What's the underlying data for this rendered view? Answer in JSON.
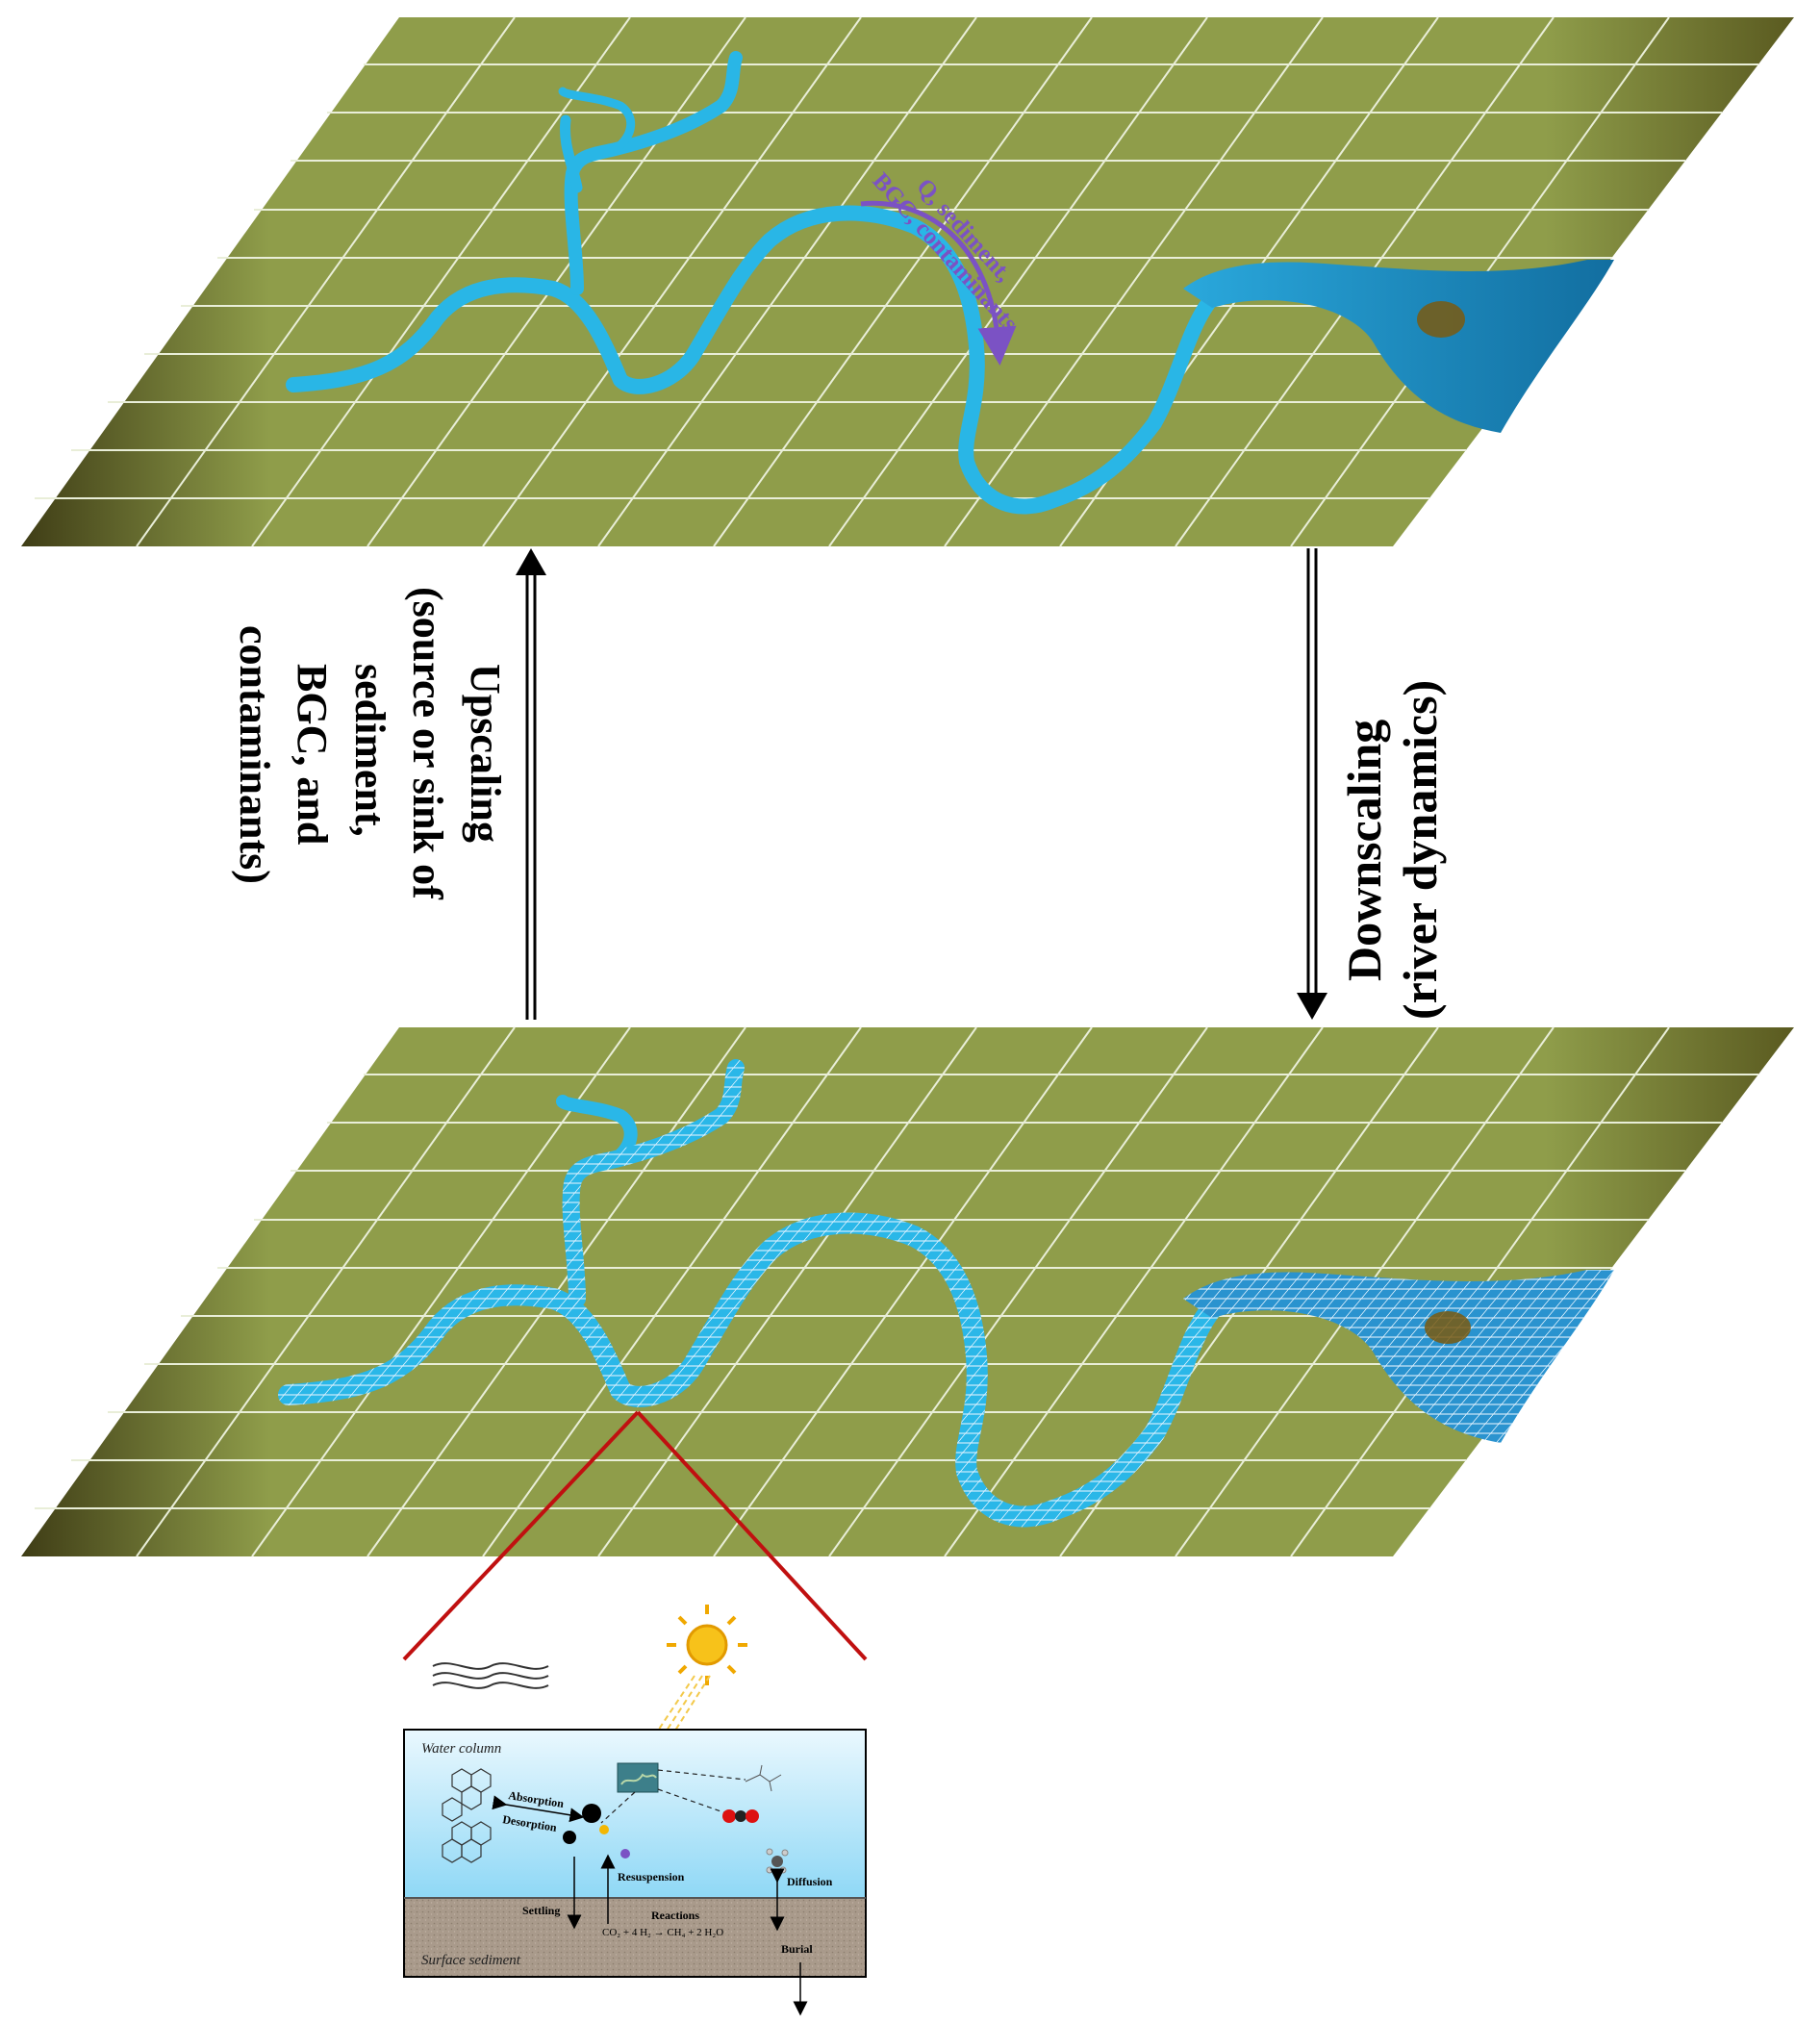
{
  "diagram": {
    "upscaling_label": {
      "line1": "Upscaling",
      "line2": "(source or sink of",
      "line3": "sediment,",
      "line4": "BGC, and",
      "line5": "contaminants)"
    },
    "downscaling_label": {
      "line1": "Downscaling",
      "line2": "(river dynamics)"
    },
    "flow_label": {
      "line1": "Q, sediment,",
      "line2": "BGC, contaminants"
    },
    "inset": {
      "water_column": "Water column",
      "surface_sediment": "Surface sediment",
      "absorption": "Absorption",
      "desorption": "Desorption",
      "resuspension": "Resuspension",
      "settling": "Settling",
      "reactions": "Reactions",
      "reaction_equation": "CO₂ + 4 H₂ → CH₄ + 2 H₂O",
      "diffusion": "Diffusion",
      "burial": "Burial"
    },
    "colors": {
      "land": "#8f9d4a",
      "land_dark": "#4a4a1a",
      "river": "#29b6e6",
      "river_deep": "#156fa3",
      "flow_arrow": "#7b52c4",
      "zoom_lines": "#c01010",
      "water": "#bfe9fb",
      "sediment": "#a8998a"
    }
  }
}
